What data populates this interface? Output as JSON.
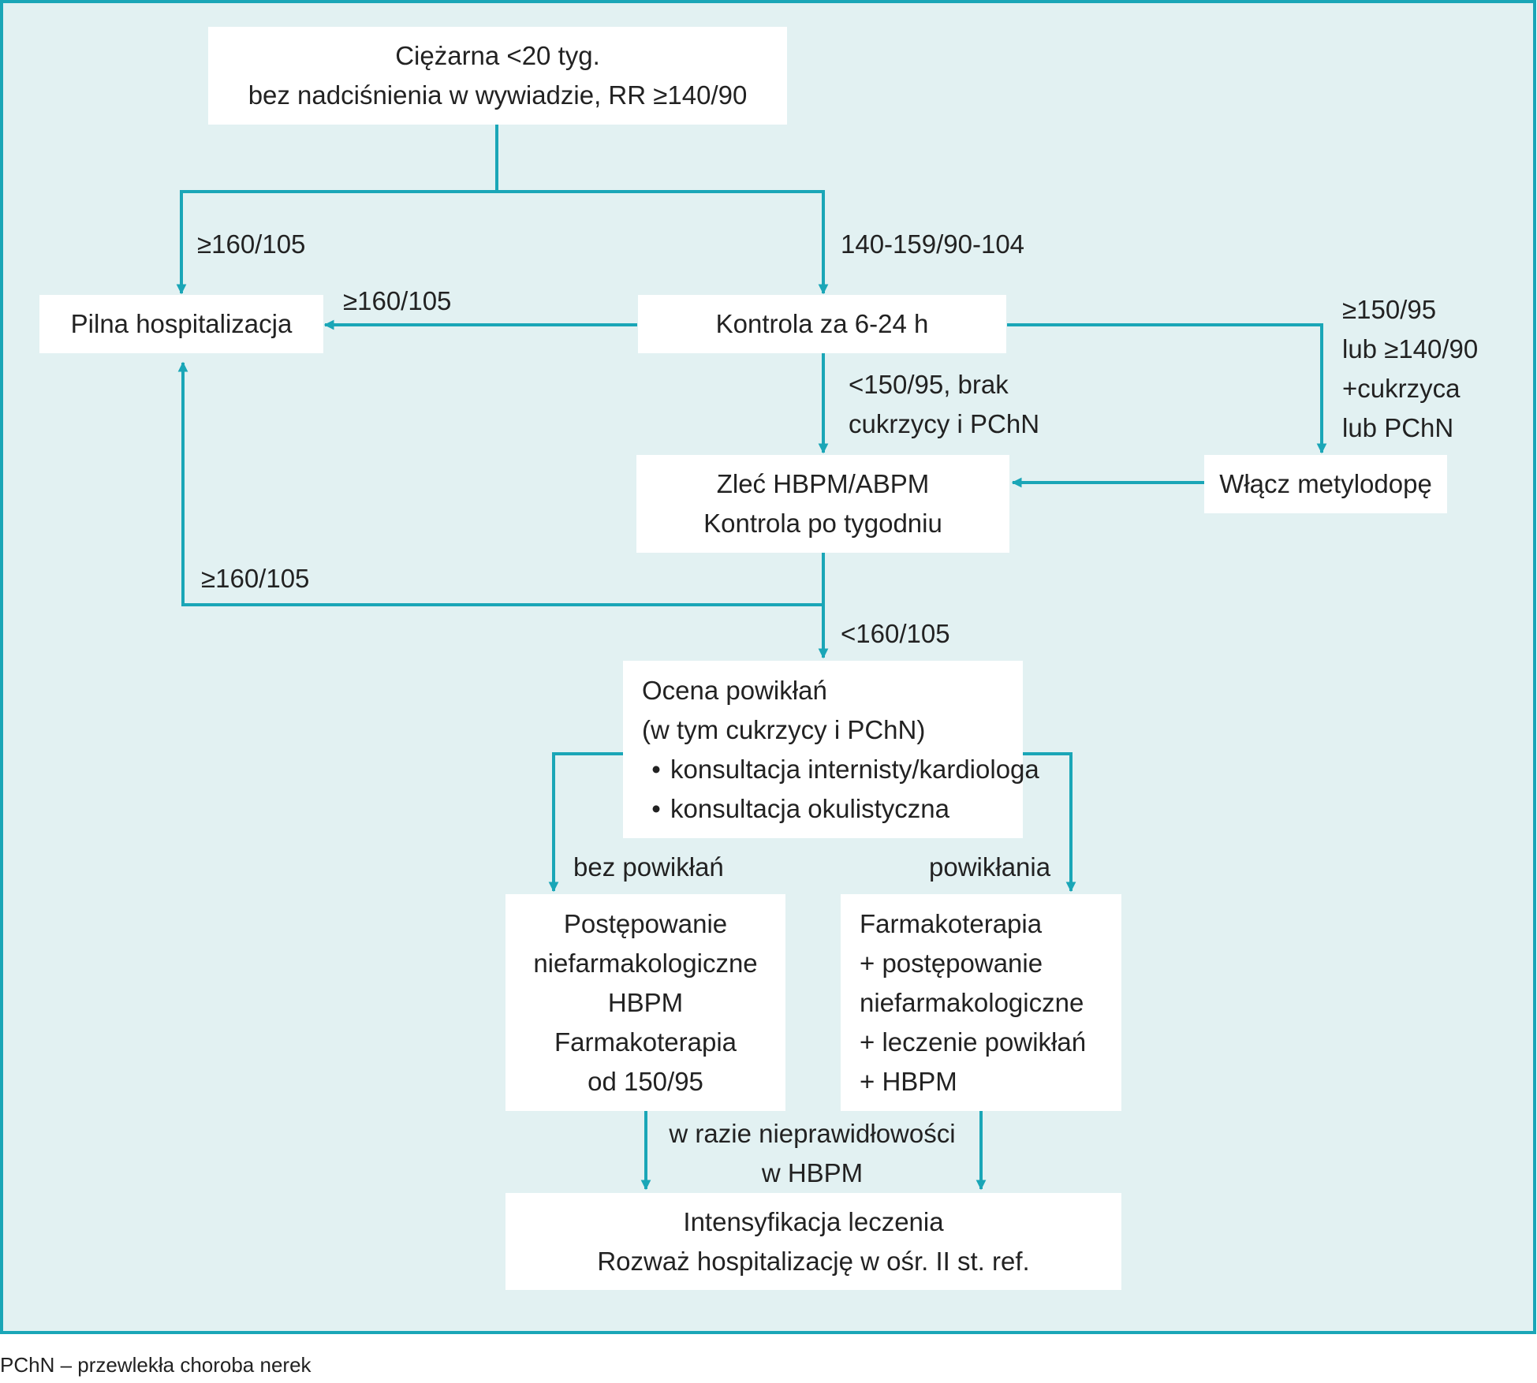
{
  "colors": {
    "border": "#1aa6b7",
    "arrow": "#1aa6b7",
    "panel_bg": "#e2f1f2",
    "box_bg": "#ffffff"
  },
  "boxes": {
    "start": {
      "line1": "Ciężarna <20 tyg.",
      "line2": "bez nadciśnienia w wywiadzie, RR ≥140/90"
    },
    "urgent": {
      "line1": "Pilna hospitalizacja"
    },
    "recheck": {
      "line1": "Kontrola za 6-24 h"
    },
    "hbpm": {
      "line1": "Zleć HBPM/ABPM",
      "line2": "Kontrola po tygodniu"
    },
    "methyldopa": {
      "line1": "Włącz metylodopę"
    },
    "assess": {
      "line1": "Ocena powikłań",
      "line2": "(w tym cukrzycy i PChN)",
      "bullet1": "konsultacja internisty/kardiologa",
      "bullet2": "konsultacja okulistyczna"
    },
    "nonpharm": {
      "line1": "Postępowanie",
      "line2": "niefarmakologiczne",
      "line3": "HBPM",
      "line4": "Farmakoterapia",
      "line5": "od 150/95"
    },
    "pharm": {
      "line1": "Farmakoterapia",
      "line2": "+ postępowanie",
      "line3": "niefarmakologiczne",
      "line4": "+ leczenie powikłań",
      "line5": "+ HBPM"
    },
    "intensify": {
      "line1": "Intensyfikacja leczenia",
      "line2": "Rozważ hospitalizację w ośr. II st. ref."
    }
  },
  "labels": {
    "left_branch": "≥160/105",
    "right_branch": "140-159/90-104",
    "recheck_to_urgent": "≥160/105",
    "recheck_right": {
      "line1": "≥150/95",
      "line2": "lub ≥140/90",
      "line3": "+cukrzyca",
      "line4": "lub PChN"
    },
    "recheck_down": {
      "line1": "<150/95, brak",
      "line2": "cukrzycy i PChN"
    },
    "hbpm_to_urgent": "≥160/105",
    "hbpm_down": "<160/105",
    "no_complications": "bez powikłań",
    "complications": "powikłania",
    "abnormal": {
      "line1": "w razie nieprawidłowości",
      "line2": "w HBPM"
    }
  },
  "footnote": "PChN – przewlekła choroba nerek"
}
